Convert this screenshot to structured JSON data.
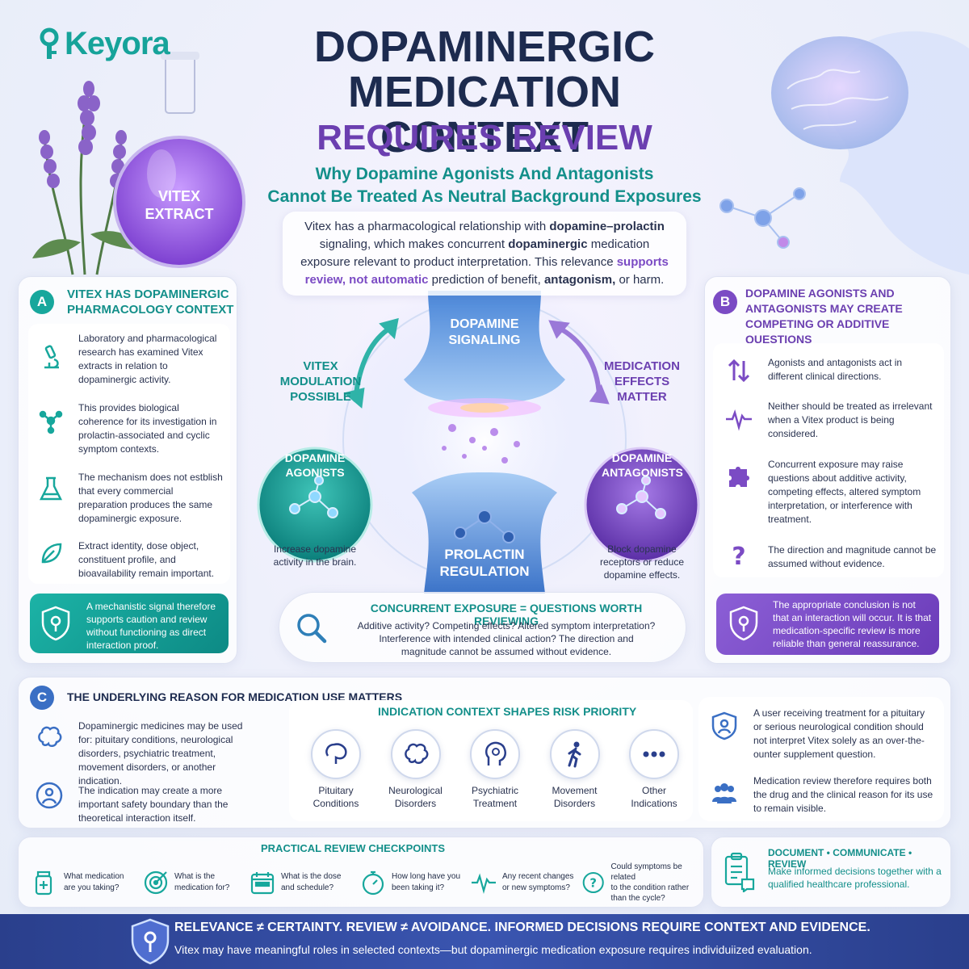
{
  "brand": {
    "logo_text": "Keyora"
  },
  "header": {
    "title_line1": "DOPAMINERGIC",
    "title_line2": "MEDICATION CONTEXT",
    "title_line3": "REQUIRES REVIEW",
    "subtitle_line1": "Why Dopamine Agonists And Antagonists",
    "subtitle_line2": "Cannot Be Treated As Neutral Background Exposures"
  },
  "flask_label": {
    "line1": "VITEX",
    "line2": "EXTRACT"
  },
  "intro": {
    "p1": "Vitex has a pharmacological relationship with ",
    "b1": "dopamine–prolactin",
    "p2": " signaling, which makes concurrent ",
    "b2": "dopaminergic",
    "p3": " medication exposure relevant to product interpretation. This relevance ",
    "h1": "supports review,",
    "h2": "not automatic",
    "p4": " prediction of benefit, ",
    "b3": "antagonism,",
    "p5": " or harm."
  },
  "panel_a": {
    "badge": "A",
    "title_line1": "VITEX HAS DOPAMINERGIC",
    "title_line2": "PHARMACOLOGY CONTEXT",
    "items": [
      {
        "icon": "microscope-icon",
        "text": "Laboratory and pharmacological research has examined Vitex extracts in relation to dopaminergic activity."
      },
      {
        "icon": "molecule-icon",
        "text": "This provides biological coherence for its investigation in prolactin-associated and cyclic symptom contexts."
      },
      {
        "icon": "flask-icon",
        "text": "The mechanism does not estblish that every commercial preparation produces the same dopaminergic exposure."
      },
      {
        "icon": "leaf-icon",
        "text": "Extract identity, dose object, constituent profile, and bioavailability remain important."
      }
    ],
    "callout": "A mechanistic signal therefore supports caution and review without functioning as direct interaction proof."
  },
  "panel_b": {
    "badge": "B",
    "title_line1": "DOPAMINE AGONISTS AND",
    "title_line2": "ANTAGONISTS MAY CREATE",
    "title_line3": "COMPETING OR ADDITIVE QUESTIONS",
    "items": [
      {
        "icon": "up-down-arrows-icon",
        "text": "Agonists and antagonists act in different clinical directions."
      },
      {
        "icon": "heartbeat-icon",
        "text": "Neither should be treated as irrelevant when a Vitex product is being considered."
      },
      {
        "icon": "puzzle-icon",
        "text": "Concurrent exposure may raise questions about additive activity, competing effects, altered symptom interpretation, or interference with treatment."
      },
      {
        "icon": "question-icon",
        "text": "The direction and magnitude cannot be assumed without evidence."
      }
    ],
    "callout": "The appropriate conclusion is not that an interaction will occur. It is that medication-specific review is more reliable than general reassurance."
  },
  "center": {
    "synapse_top": "DOPAMINE SIGNALING",
    "synapse_bottom": "PROLACTIN REGULATION",
    "left_arrow_label": "VITEX MODULATION POSSIBLE",
    "right_arrow_label": "MEDICATION EFFECTS MATTER",
    "agonists_title": "DOPAMINE AGONISTS",
    "agonists_desc": "Increase dopamine activity in the brain.",
    "antagonists_title": "DOPAMINE ANTAGONISTS",
    "antagonists_desc": "Block dopamine receptors or reduce dopamine effects."
  },
  "concurrent": {
    "title": "CONCURRENT EXPOSURE = QUESTIONS WORTH REVIEWING",
    "line1": "Additive activity? Competing effects? Altered symptom interpretation?",
    "line2": "Interference with intended clinical action? The direction and",
    "line3": "magnitude cannot be assumed without evidence."
  },
  "panel_c": {
    "badge": "C",
    "title": "THE UNDERLYING REASON FOR MEDICATION USE MATTERS",
    "items": [
      {
        "icon": "brain-icon",
        "text": "Dopaminergic medicines may be used for: pituitary conditions, neurological disorders, psychiatric treatment, movement disorders, or another indication."
      },
      {
        "icon": "patient-icon",
        "text": "The indication may create a more important safety boundary than the theoretical interaction itself."
      }
    ],
    "indication_title": "INDICATION CONTEXT SHAPES RISK PRIORITY",
    "indications": [
      {
        "icon": "pituitary-icon",
        "line1": "Pituitary",
        "line2": "Conditions"
      },
      {
        "icon": "neurological-brain-icon",
        "line1": "Neurological",
        "line2": "Disorders"
      },
      {
        "icon": "psychiatric-head-icon",
        "line1": "Psychiatric",
        "line2": "Treatment"
      },
      {
        "icon": "walking-person-icon",
        "line1": "Movement",
        "line2": "Disorders"
      },
      {
        "icon": "more-dots-icon",
        "line1": "Other",
        "line2": "Indications"
      }
    ],
    "right_items": [
      {
        "icon": "shield-user-icon",
        "text": "A user receiving treatment for a pituitary or serious neurological condition should not interpret Vitex solely as an over-the-ounter supplement question."
      },
      {
        "icon": "group-icon",
        "text": "Medication review therefore requires both the drug and the clinical reason for its use to remain visible."
      }
    ]
  },
  "checkpoints": {
    "title": "PRACTICAL REVIEW CHECKPOINTS",
    "items": [
      {
        "icon": "pill-bottle-icon",
        "line1": "What medication",
        "line2": "are you taking?"
      },
      {
        "icon": "target-icon",
        "line1": "What is the",
        "line2": "medication for?"
      },
      {
        "icon": "calendar-icon",
        "line1": "What is the dose",
        "line2": "and schedule?"
      },
      {
        "icon": "stopwatch-icon",
        "line1": "How long have you",
        "line2": "been taking it?"
      },
      {
        "icon": "pulse-icon",
        "line1": "Any recent changes",
        "line2": "or new symptoms?"
      },
      {
        "icon": "question-circle-icon",
        "line1": "Could symptoms be related",
        "line2": "to the condition rather",
        "line3": "than the cycle?"
      }
    ]
  },
  "document_box": {
    "title": "DOCUMENT • COMMUNICATE • REVIEW",
    "text": "Make informed decisions together with a qualified healthcare professional."
  },
  "footer": {
    "line1": "RELEVANCE ≠ CERTAINTY. REVIEW ≠ AVOIDANCE. INFORMED DECISIONS REQUIRE CONTEXT AND EVIDENCE.",
    "line2": "Vitex may have meaningful roles in selected contexts—but dopaminergic medication exposure requires individuiized evaluation."
  },
  "colors": {
    "teal": "#17a79c",
    "purple": "#7b4bc4",
    "navy": "#1d2b4f",
    "footer_blue": "#2f4aa0"
  }
}
